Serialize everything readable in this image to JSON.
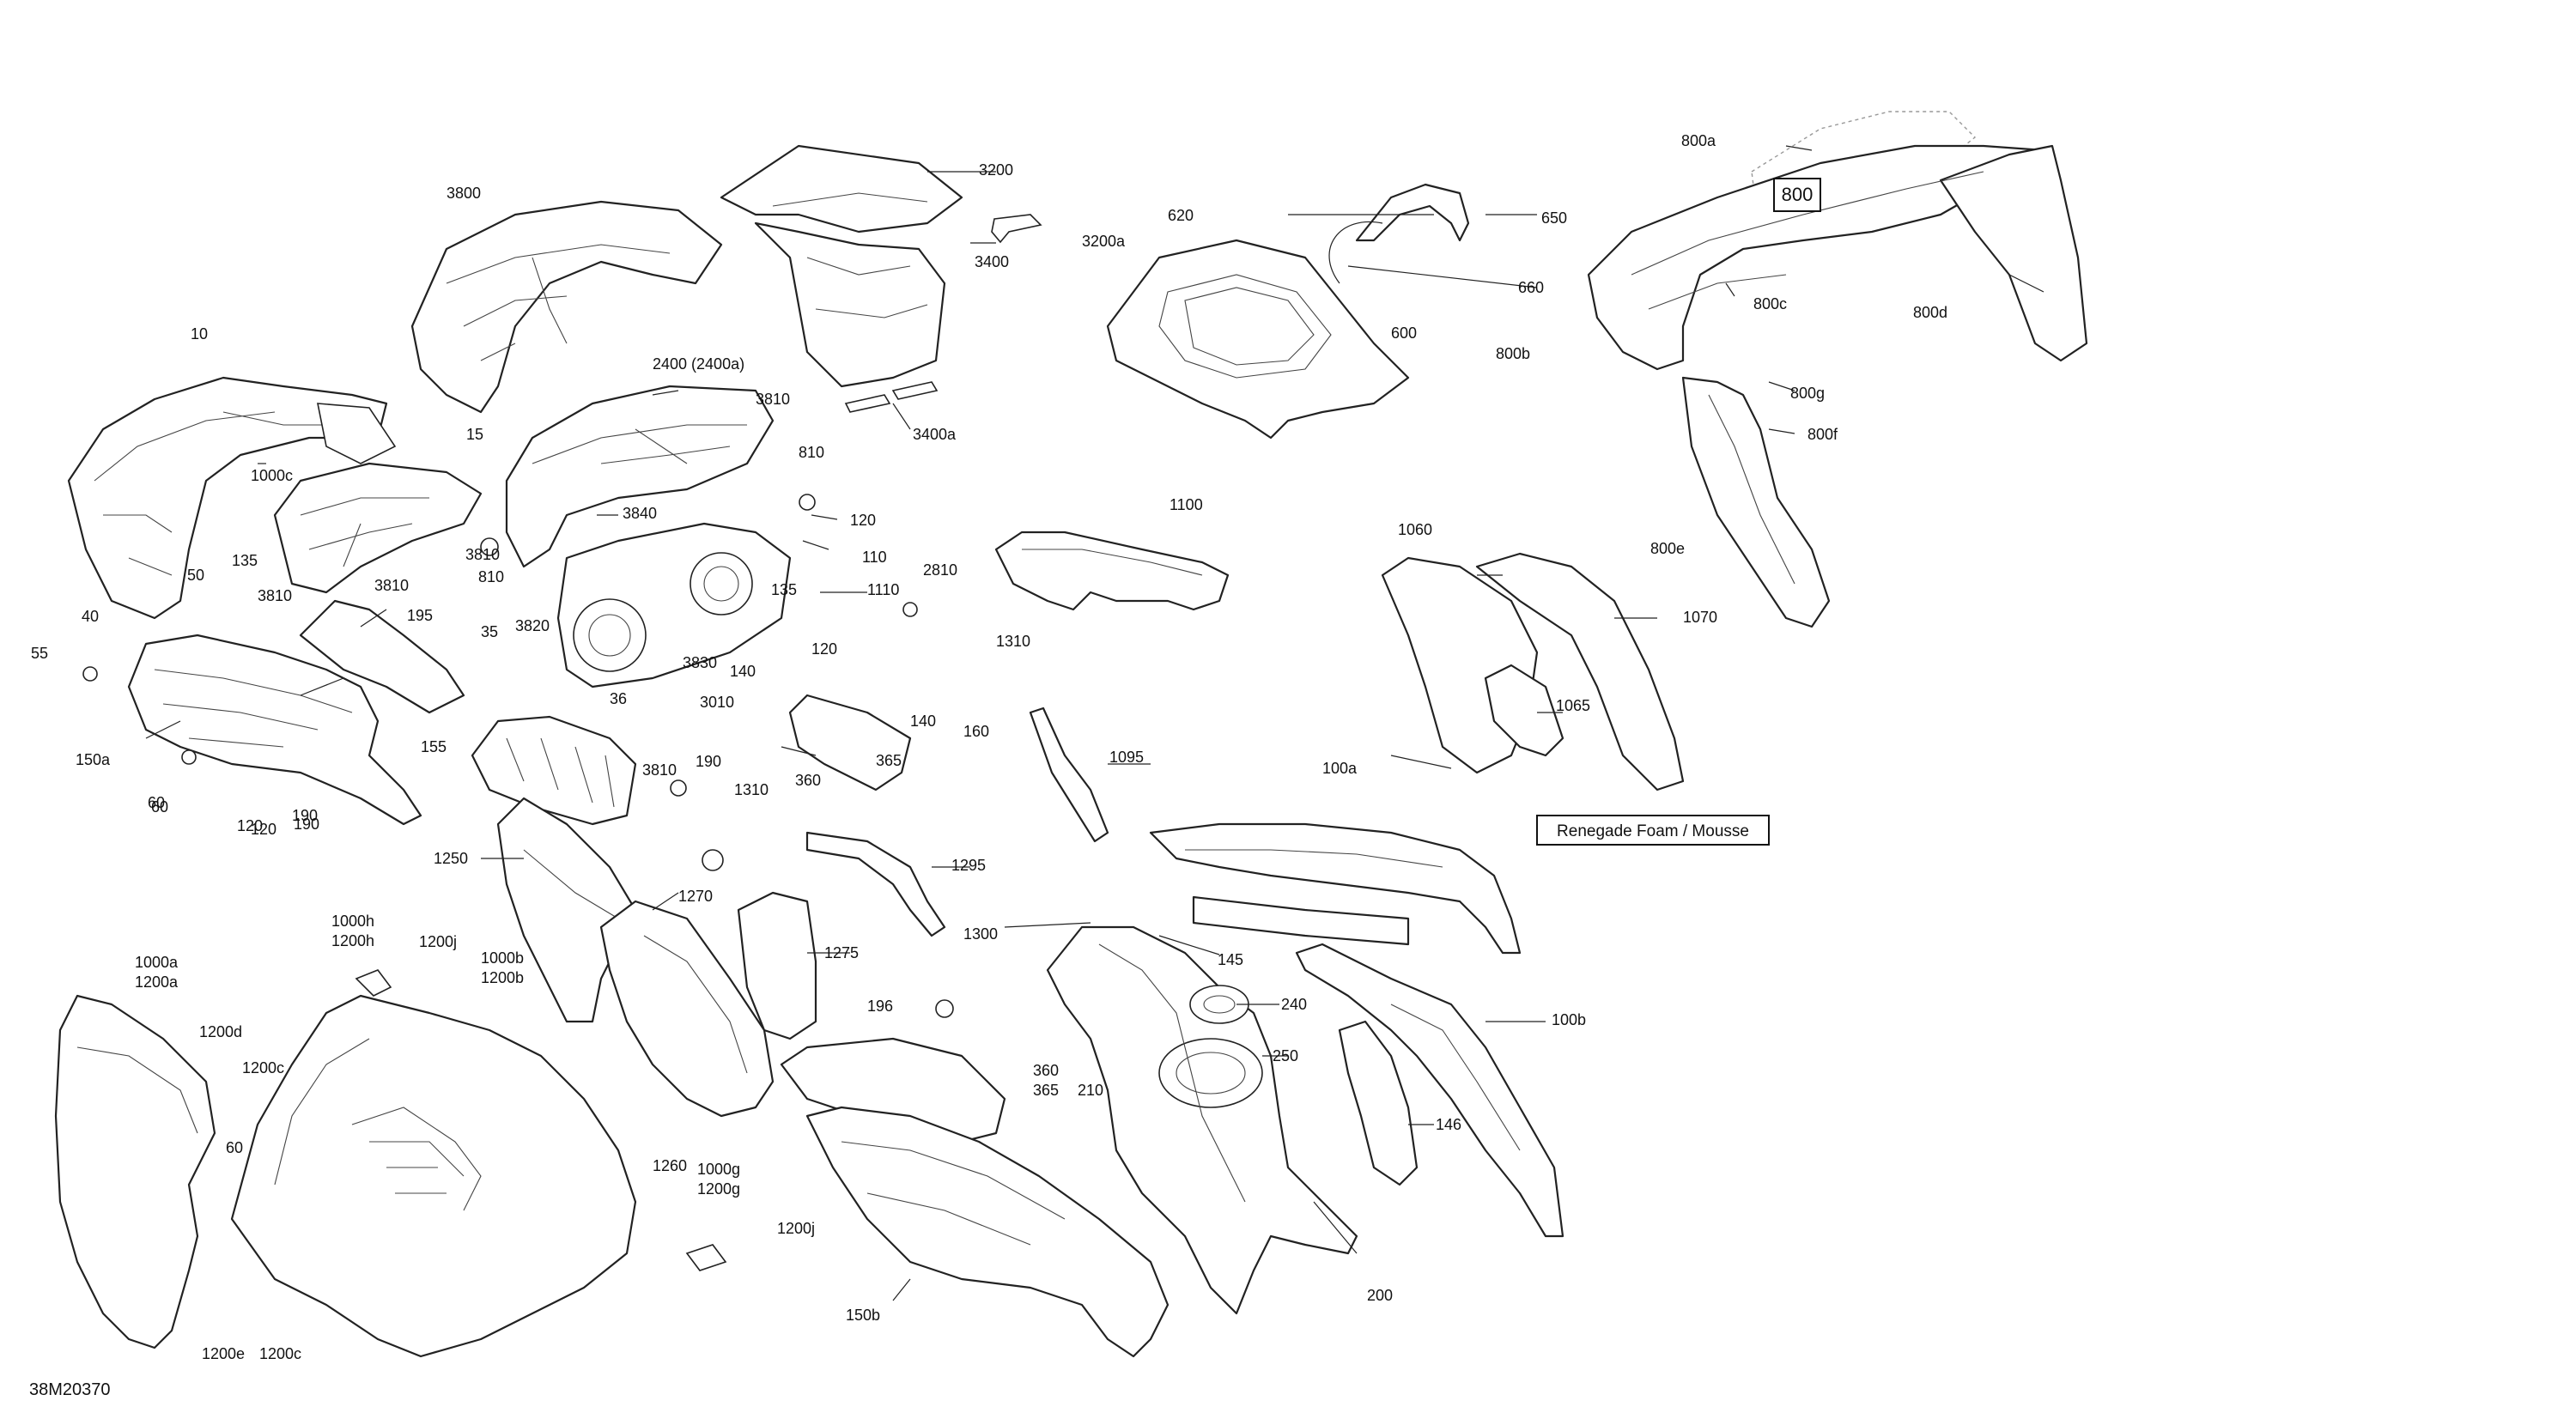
{
  "diagram": {
    "drawing_number": "38M20370",
    "note_box": "Renegade Foam / Mousse",
    "boxed_label": "800",
    "labels": [
      "10",
      "15",
      "35",
      "36",
      "40",
      "50",
      "55",
      "60",
      "120",
      "135",
      "3810",
      "3810",
      "195",
      "150a",
      "190",
      "810",
      "3820",
      "3810",
      "3800",
      "2400 (2400a)",
      "3810",
      "810",
      "3840",
      "120",
      "110",
      "2810",
      "1110",
      "135",
      "140",
      "120",
      "3830",
      "3010",
      "3810",
      "155",
      "190",
      "1310",
      "360",
      "365",
      "140",
      "160",
      "1310",
      "3200",
      "3200a",
      "3400",
      "3400a",
      "620",
      "650",
      "660",
      "600",
      "1100",
      "800a",
      "800c",
      "800d",
      "800b",
      "800g",
      "800f",
      "800e",
      "1060",
      "1070",
      "1065",
      "1095",
      "100a",
      "145",
      "100b",
      "146",
      "1250",
      "1270",
      "1275",
      "1295",
      "1300",
      "196",
      "240",
      "250",
      "360",
      "365",
      "210",
      "200",
      "150b",
      "1260",
      "1000g",
      "1200g",
      "1200j",
      "1000h",
      "1200h",
      "1200j",
      "1000b",
      "1200b",
      "1000a",
      "1200a",
      "1200d",
      "1200c",
      "60",
      "1200e",
      "1200c",
      "1000c",
      "120",
      "190",
      "60"
    ]
  }
}
